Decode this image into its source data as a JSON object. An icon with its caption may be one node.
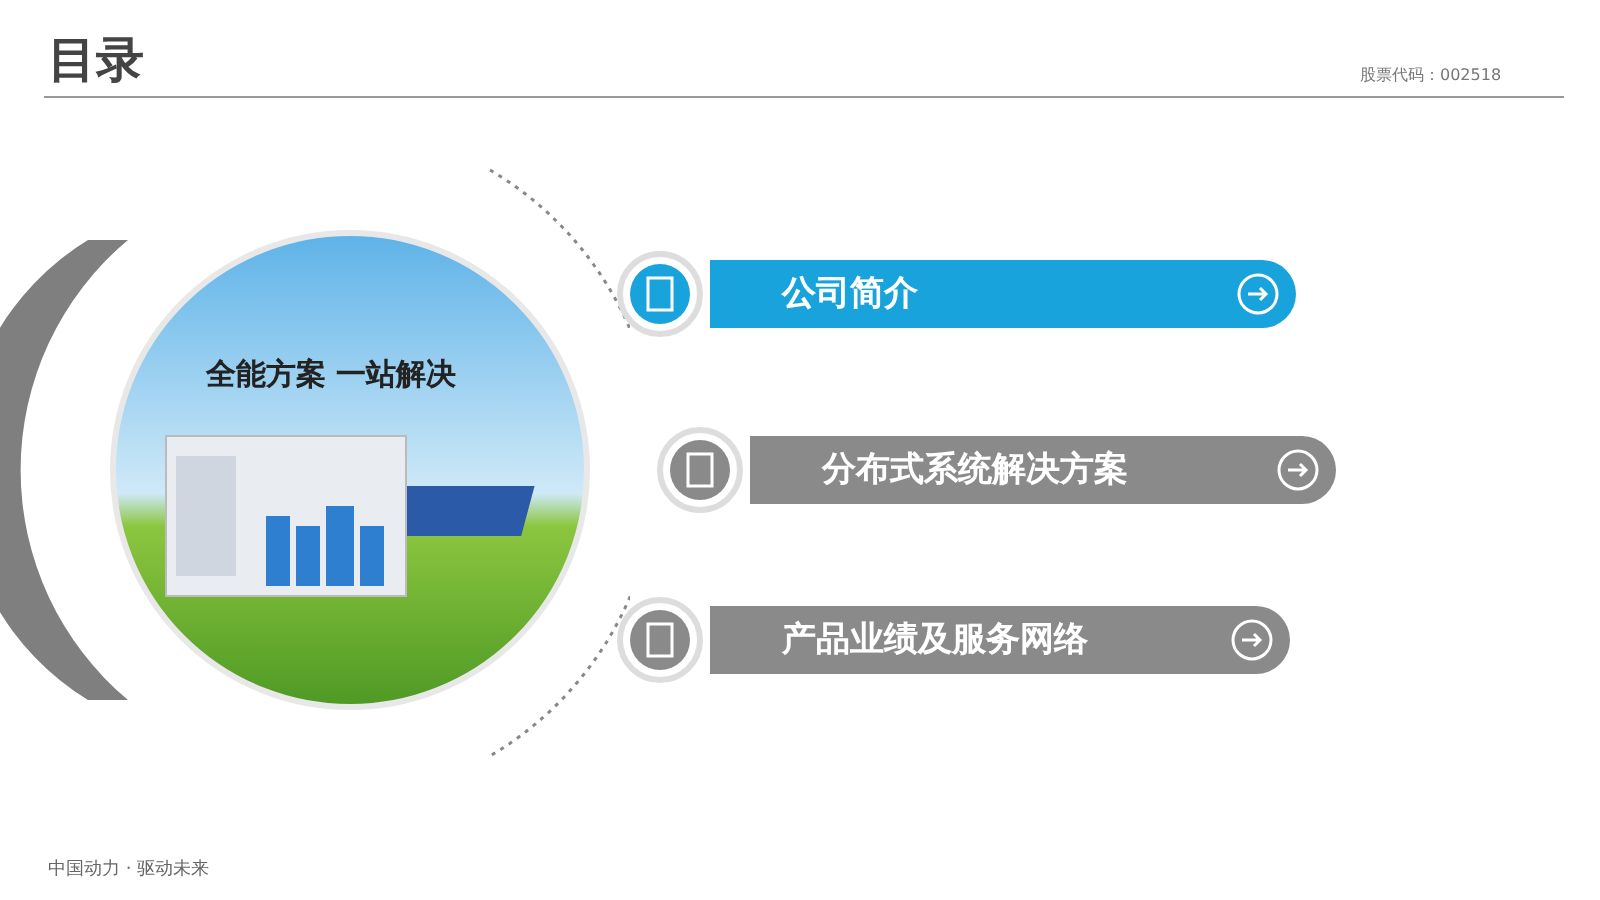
{
  "diagram": {
    "title": "目录",
    "nodes": [
      {
        "text": [
          "全能方案 一站解决"
        ]
      },
      {
        "text": [
          "公司简介"
        ]
      },
      {
        "text": [
          "分布式系统解决方案"
        ]
      },
      {
        "text": [
          "产品业绩及服务网络"
        ]
      }
    ],
    "labels": [
      "股票代码：002518",
      "中国动力 · 驱动未来"
    ]
  }
}
